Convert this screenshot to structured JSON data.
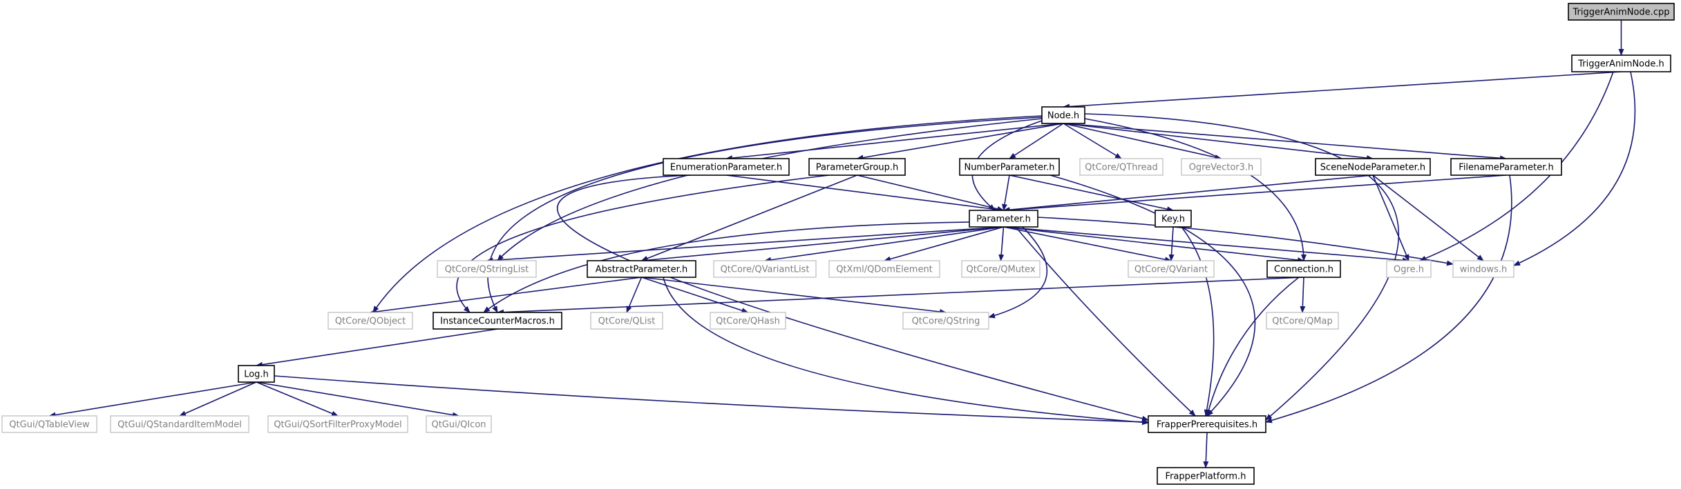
{
  "graph": {
    "colors": {
      "edge": "#191970",
      "node_border": "#000000",
      "external_border": "#bfbfbf",
      "external_text": "#7f7f7f",
      "root_fill": "#bfbfbf"
    },
    "nodes": [
      {
        "id": "TriggerAnimNode.cpp",
        "label": "TriggerAnimNode.cpp",
        "kind": "root"
      },
      {
        "id": "TriggerAnimNode.h",
        "label": "TriggerAnimNode.h",
        "kind": "internal"
      },
      {
        "id": "Node.h",
        "label": "Node.h",
        "kind": "internal"
      },
      {
        "id": "EnumerationParameter.h",
        "label": "EnumerationParameter.h",
        "kind": "internal"
      },
      {
        "id": "ParameterGroup.h",
        "label": "ParameterGroup.h",
        "kind": "internal"
      },
      {
        "id": "NumberParameter.h",
        "label": "NumberParameter.h",
        "kind": "internal"
      },
      {
        "id": "QtCore/QThread",
        "label": "QtCore/QThread",
        "kind": "external"
      },
      {
        "id": "OgreVector3.h",
        "label": "OgreVector3.h",
        "kind": "external"
      },
      {
        "id": "SceneNodeParameter.h",
        "label": "SceneNodeParameter.h",
        "kind": "internal"
      },
      {
        "id": "FilenameParameter.h",
        "label": "FilenameParameter.h",
        "kind": "internal"
      },
      {
        "id": "Parameter.h",
        "label": "Parameter.h",
        "kind": "internal"
      },
      {
        "id": "Key.h",
        "label": "Key.h",
        "kind": "internal"
      },
      {
        "id": "QtCore/QStringList",
        "label": "QtCore/QStringList",
        "kind": "external"
      },
      {
        "id": "AbstractParameter.h",
        "label": "AbstractParameter.h",
        "kind": "internal"
      },
      {
        "id": "QtCore/QVariantList",
        "label": "QtCore/QVariantList",
        "kind": "external"
      },
      {
        "id": "QtXml/QDomElement",
        "label": "QtXml/QDomElement",
        "kind": "external"
      },
      {
        "id": "QtCore/QMutex",
        "label": "QtCore/QMutex",
        "kind": "external"
      },
      {
        "id": "QtCore/QVariant",
        "label": "QtCore/QVariant",
        "kind": "external"
      },
      {
        "id": "Connection.h",
        "label": "Connection.h",
        "kind": "internal"
      },
      {
        "id": "Ogre.h",
        "label": "Ogre.h",
        "kind": "external"
      },
      {
        "id": "windows.h",
        "label": "windows.h",
        "kind": "external"
      },
      {
        "id": "QtCore/QObject",
        "label": "QtCore/QObject",
        "kind": "external"
      },
      {
        "id": "InstanceCounterMacros.h",
        "label": "InstanceCounterMacros.h",
        "kind": "internal"
      },
      {
        "id": "QtCore/QList",
        "label": "QtCore/QList",
        "kind": "external"
      },
      {
        "id": "QtCore/QHash",
        "label": "QtCore/QHash",
        "kind": "external"
      },
      {
        "id": "QtCore/QString",
        "label": "QtCore/QString",
        "kind": "external"
      },
      {
        "id": "QtCore/QMap",
        "label": "QtCore/QMap",
        "kind": "external"
      },
      {
        "id": "Log.h",
        "label": "Log.h",
        "kind": "internal"
      },
      {
        "id": "QtGui/QTableView",
        "label": "QtGui/QTableView",
        "kind": "external"
      },
      {
        "id": "QtGui/QStandardItemModel",
        "label": "QtGui/QStandardItemModel",
        "kind": "external"
      },
      {
        "id": "QtGui/QSortFilterProxyModel",
        "label": "QtGui/QSortFilterProxyModel",
        "kind": "external"
      },
      {
        "id": "QtGui/QIcon",
        "label": "QtGui/QIcon",
        "kind": "external"
      },
      {
        "id": "FrapperPrerequisites.h",
        "label": "FrapperPrerequisites.h",
        "kind": "internal"
      },
      {
        "id": "FrapperPlatform.h",
        "label": "FrapperPlatform.h",
        "kind": "internal"
      }
    ],
    "edges": [
      {
        "from": "TriggerAnimNode.cpp",
        "to": "TriggerAnimNode.h"
      },
      {
        "from": "TriggerAnimNode.h",
        "to": "Node.h"
      },
      {
        "from": "TriggerAnimNode.h",
        "to": "Ogre.h"
      },
      {
        "from": "TriggerAnimNode.h",
        "to": "windows.h"
      },
      {
        "from": "Node.h",
        "to": "EnumerationParameter.h"
      },
      {
        "from": "Node.h",
        "to": "ParameterGroup.h"
      },
      {
        "from": "Node.h",
        "to": "NumberParameter.h"
      },
      {
        "from": "Node.h",
        "to": "QtCore/QThread"
      },
      {
        "from": "Node.h",
        "to": "OgreVector3.h"
      },
      {
        "from": "Node.h",
        "to": "SceneNodeParameter.h"
      },
      {
        "from": "Node.h",
        "to": "FilenameParameter.h"
      },
      {
        "from": "Node.h",
        "to": "Parameter.h"
      },
      {
        "from": "Node.h",
        "to": "QtCore/QStringList"
      },
      {
        "from": "Node.h",
        "to": "Connection.h"
      },
      {
        "from": "Node.h",
        "to": "QtCore/QObject"
      },
      {
        "from": "Node.h",
        "to": "InstanceCounterMacros.h"
      },
      {
        "from": "Node.h",
        "to": "FrapperPrerequisites.h"
      },
      {
        "from": "EnumerationParameter.h",
        "to": "Parameter.h"
      },
      {
        "from": "EnumerationParameter.h",
        "to": "FrapperPrerequisites.h"
      },
      {
        "from": "ParameterGroup.h",
        "to": "Parameter.h"
      },
      {
        "from": "ParameterGroup.h",
        "to": "AbstractParameter.h"
      },
      {
        "from": "ParameterGroup.h",
        "to": "InstanceCounterMacros.h"
      },
      {
        "from": "NumberParameter.h",
        "to": "Parameter.h"
      },
      {
        "from": "NumberParameter.h",
        "to": "Key.h"
      },
      {
        "from": "NumberParameter.h",
        "to": "FrapperPrerequisites.h"
      },
      {
        "from": "SceneNodeParameter.h",
        "to": "Parameter.h"
      },
      {
        "from": "SceneNodeParameter.h",
        "to": "Ogre.h"
      },
      {
        "from": "SceneNodeParameter.h",
        "to": "windows.h"
      },
      {
        "from": "FilenameParameter.h",
        "to": "Parameter.h"
      },
      {
        "from": "FilenameParameter.h",
        "to": "FrapperPrerequisites.h"
      },
      {
        "from": "Parameter.h",
        "to": "QtCore/QStringList"
      },
      {
        "from": "Parameter.h",
        "to": "AbstractParameter.h"
      },
      {
        "from": "Parameter.h",
        "to": "QtCore/QVariantList"
      },
      {
        "from": "Parameter.h",
        "to": "QtXml/QDomElement"
      },
      {
        "from": "Parameter.h",
        "to": "QtCore/QMutex"
      },
      {
        "from": "Parameter.h",
        "to": "QtCore/QVariant"
      },
      {
        "from": "Parameter.h",
        "to": "Connection.h"
      },
      {
        "from": "Parameter.h",
        "to": "Ogre.h"
      },
      {
        "from": "Parameter.h",
        "to": "windows.h"
      },
      {
        "from": "Parameter.h",
        "to": "InstanceCounterMacros.h"
      },
      {
        "from": "Parameter.h",
        "to": "QtCore/QString"
      },
      {
        "from": "Parameter.h",
        "to": "FrapperPrerequisites.h"
      },
      {
        "from": "Key.h",
        "to": "QtCore/QVariant"
      },
      {
        "from": "Key.h",
        "to": "FrapperPrerequisites.h"
      },
      {
        "from": "AbstractParameter.h",
        "to": "QtCore/QObject"
      },
      {
        "from": "AbstractParameter.h",
        "to": "QtCore/QList"
      },
      {
        "from": "AbstractParameter.h",
        "to": "QtCore/QHash"
      },
      {
        "from": "AbstractParameter.h",
        "to": "QtCore/QString"
      },
      {
        "from": "AbstractParameter.h",
        "to": "FrapperPrerequisites.h"
      },
      {
        "from": "Connection.h",
        "to": "InstanceCounterMacros.h"
      },
      {
        "from": "Connection.h",
        "to": "QtCore/QMap"
      },
      {
        "from": "Connection.h",
        "to": "FrapperPrerequisites.h"
      },
      {
        "from": "InstanceCounterMacros.h",
        "to": "Log.h"
      },
      {
        "from": "Log.h",
        "to": "QtGui/QTableView"
      },
      {
        "from": "Log.h",
        "to": "QtGui/QStandardItemModel"
      },
      {
        "from": "Log.h",
        "to": "QtGui/QSortFilterProxyModel"
      },
      {
        "from": "Log.h",
        "to": "QtGui/QIcon"
      },
      {
        "from": "Log.h",
        "to": "FrapperPrerequisites.h"
      },
      {
        "from": "FrapperPrerequisites.h",
        "to": "FrapperPlatform.h"
      }
    ]
  }
}
